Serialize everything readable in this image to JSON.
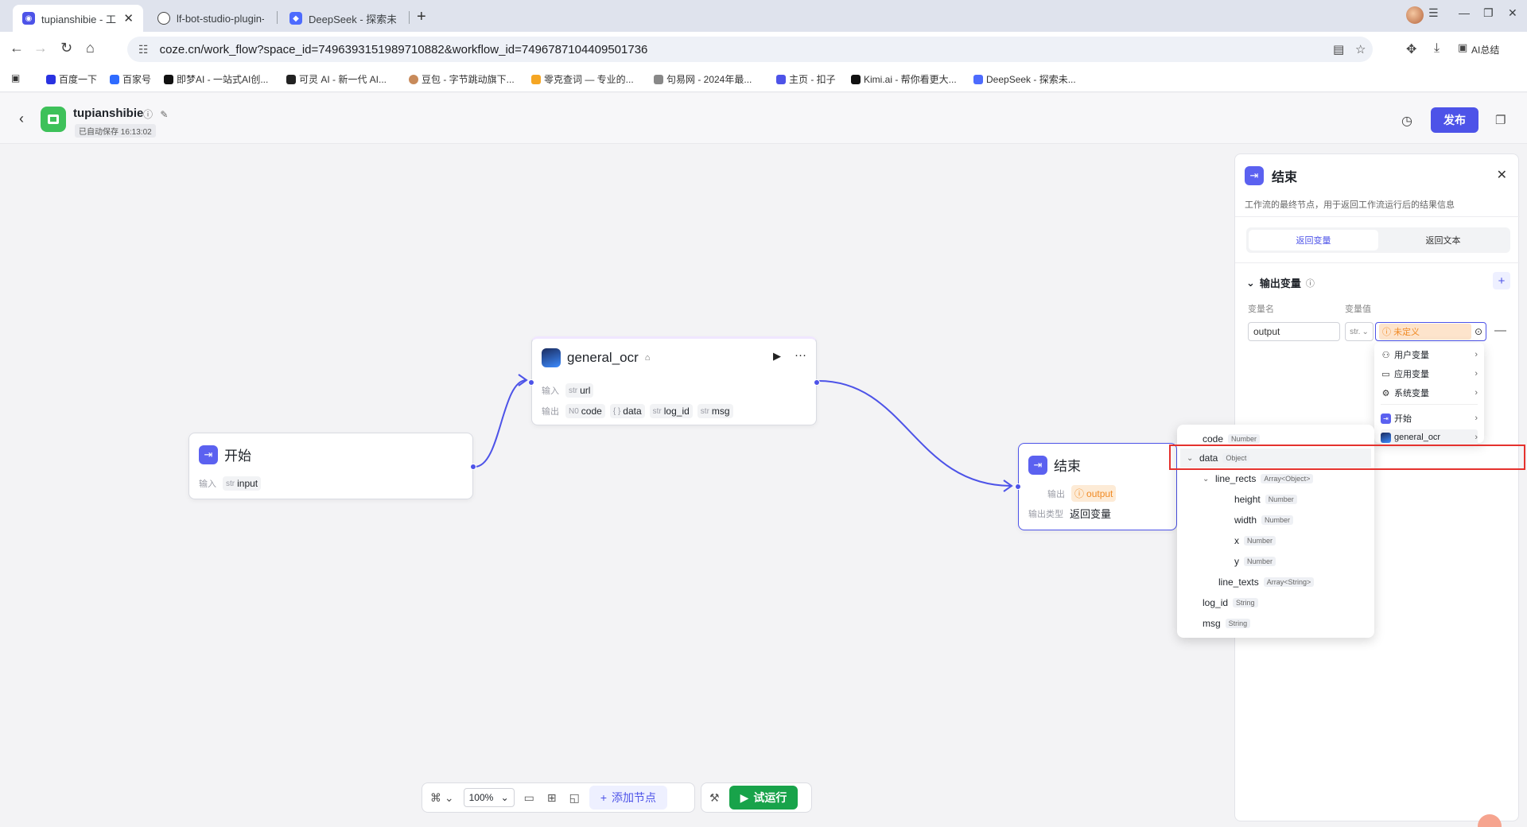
{
  "browser": {
    "tabs": [
      {
        "title": "tupianshibie - 工",
        "close": "✕"
      },
      {
        "title": "lf-bot-studio-plugin-"
      },
      {
        "title": "DeepSeek - 探索未至"
      }
    ],
    "new_tab": "+",
    "url": "coze.cn/work_flow?space_id=7496393151989710882&workflow_id=7496787104409501736",
    "ai_summary": "AI总结",
    "bookmarks": [
      "百度一下",
      "百家号",
      "即梦AI - 一站式AI创...",
      "可灵 AI - 新一代 AI...",
      "豆包 - 字节跳动旗下...",
      "零克查词 — 专业的...",
      "句易网 - 2024年最...",
      "主页 - 扣子",
      "Kimi.ai - 帮你看更大...",
      "DeepSeek - 探索未..."
    ]
  },
  "header": {
    "title": "tupianshibie",
    "autosave": "已自动保存 16:13:02",
    "publish": "发布"
  },
  "nodes": {
    "start": {
      "title": "开始",
      "input_label": "输入",
      "inputs": [
        {
          "type": "str",
          "name": "input"
        }
      ]
    },
    "ocr": {
      "title": "general_ocr",
      "input_label": "输入",
      "inputs": [
        {
          "type": "str",
          "name": "url"
        }
      ],
      "output_label": "输出",
      "outputs": [
        {
          "type": "N0",
          "name": "code"
        },
        {
          "type": "{ }",
          "name": "data"
        },
        {
          "type": "str",
          "name": "log_id"
        },
        {
          "type": "str",
          "name": "msg"
        }
      ]
    },
    "end": {
      "title": "结束",
      "output_label": "输出",
      "output_var": "output",
      "output_type_label": "输出类型",
      "output_type_value": "返回变量"
    }
  },
  "bottom_toolbar": {
    "zoom": "100%",
    "add_node": "添加节点",
    "run": "试运行"
  },
  "panel": {
    "title": "结束",
    "description": "工作流的最终节点，用于返回工作流运行后的结果信息",
    "tabs": [
      "返回变量",
      "返回文本"
    ],
    "active_tab": 0,
    "section_title": "输出变量",
    "col_name": "变量名",
    "col_value": "变量值",
    "var_name": "output",
    "var_type": "str.",
    "var_value": "未定义"
  },
  "var_menu": {
    "items": [
      "用户变量",
      "应用变量",
      "系统变量",
      "开始",
      "general_ocr"
    ]
  },
  "field_tree": {
    "items": [
      {
        "name": "code",
        "type": "Number"
      },
      {
        "name": "data",
        "type": "Object"
      },
      {
        "name": "line_rects",
        "type": "Array<Object>"
      },
      {
        "name": "height",
        "type": "Number"
      },
      {
        "name": "width",
        "type": "Number"
      },
      {
        "name": "x",
        "type": "Number"
      },
      {
        "name": "y",
        "type": "Number"
      },
      {
        "name": "line_texts",
        "type": "Array<String>"
      },
      {
        "name": "log_id",
        "type": "String"
      },
      {
        "name": "msg",
        "type": "String"
      }
    ]
  },
  "colors": {
    "accent": "#4d53e8",
    "run_green": "#18a34a",
    "warning": "#f08a24",
    "highlight_border": "#e5322e"
  }
}
